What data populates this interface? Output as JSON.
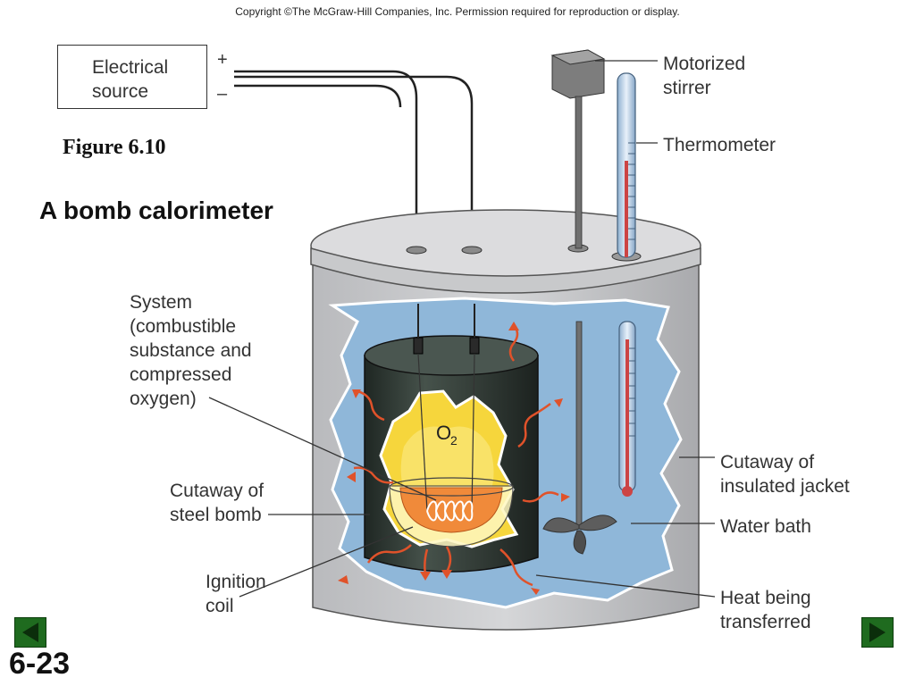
{
  "copyright": "Copyright ©The McGraw-Hill Companies, Inc.  Permission required for reproduction or display.",
  "figure": {
    "number": "Figure 6.10",
    "title": "A bomb calorimeter"
  },
  "electrical_source": {
    "label": "Electrical\nsource",
    "plus": "+",
    "minus": "–"
  },
  "labels": {
    "stirrer": "Motorized\nstirrer",
    "thermometer": "Thermometer",
    "system": "System\n(combustible\nsubstance and\ncompressed\noxygen)",
    "steel_bomb": "Cutaway of\nsteel bomb",
    "ignition_coil": "Ignition\ncoil",
    "insulated_jacket": "Cutaway of\ninsulated jacket",
    "water_bath": "Water bath",
    "heat": "Heat being\ntransferred",
    "oxygen": "O",
    "oxygen_sub": "2"
  },
  "slide_number": "6-23",
  "nav": {
    "prev_icon": "triangle-left-icon",
    "next_icon": "triangle-right-icon"
  },
  "colors": {
    "outer_gray": "#c9cacc",
    "lid_gray": "#d9d9db",
    "water_blue": "#8fb7d9",
    "bomb_dark": "#2f3a34",
    "flame_yellow": "#f6d63c",
    "flame_orange": "#f08a3a",
    "heat_arrow": "#e0522a",
    "nav_green": "#1f6b1f"
  }
}
